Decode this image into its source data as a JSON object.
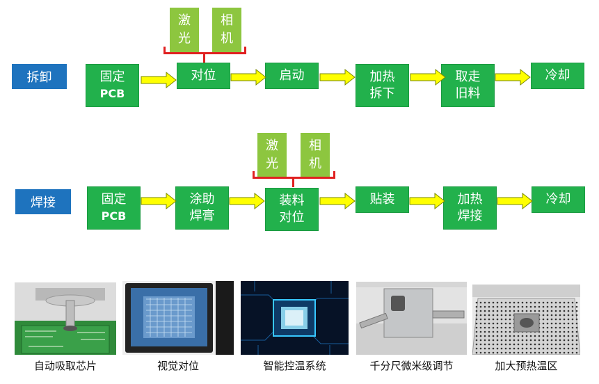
{
  "rows": [
    {
      "label": "拆卸",
      "camera": {
        "laser": [
          "激",
          "光"
        ],
        "camera": [
          "相",
          "机"
        ]
      },
      "steps": [
        {
          "lines": [
            "固定",
            "PCB"
          ]
        },
        {
          "lines": [
            "对位"
          ]
        },
        {
          "lines": [
            "启动"
          ]
        },
        {
          "lines": [
            "加热",
            "拆下"
          ]
        },
        {
          "lines": [
            "取走",
            "旧料"
          ]
        },
        {
          "lines": [
            "冷却"
          ]
        }
      ]
    },
    {
      "label": "焊接",
      "camera": {
        "laser": [
          "激",
          "光"
        ],
        "camera": [
          "相",
          "机"
        ]
      },
      "steps": [
        {
          "lines": [
            "固定",
            "PCB"
          ]
        },
        {
          "lines": [
            "涂助",
            "焊膏"
          ]
        },
        {
          "lines": [
            "装料",
            "对位"
          ]
        },
        {
          "lines": [
            "贴装"
          ]
        },
        {
          "lines": [
            "加热",
            "焊接"
          ]
        },
        {
          "lines": [
            "冷却"
          ]
        }
      ]
    }
  ],
  "features": [
    {
      "caption": "自动吸取芯片"
    },
    {
      "caption": "视觉对位"
    },
    {
      "caption": "智能控温系统"
    },
    {
      "caption": "千分尺微米级调节"
    },
    {
      "caption": "加大预热温区"
    }
  ],
  "colors": {
    "step_box": "#22b14c",
    "camera_box": "#8dc63f",
    "label_box": "#1e73be",
    "bracket": "#e02020",
    "arrow_fill": "#ffff00",
    "arrow_stroke": "#7a8a00"
  }
}
